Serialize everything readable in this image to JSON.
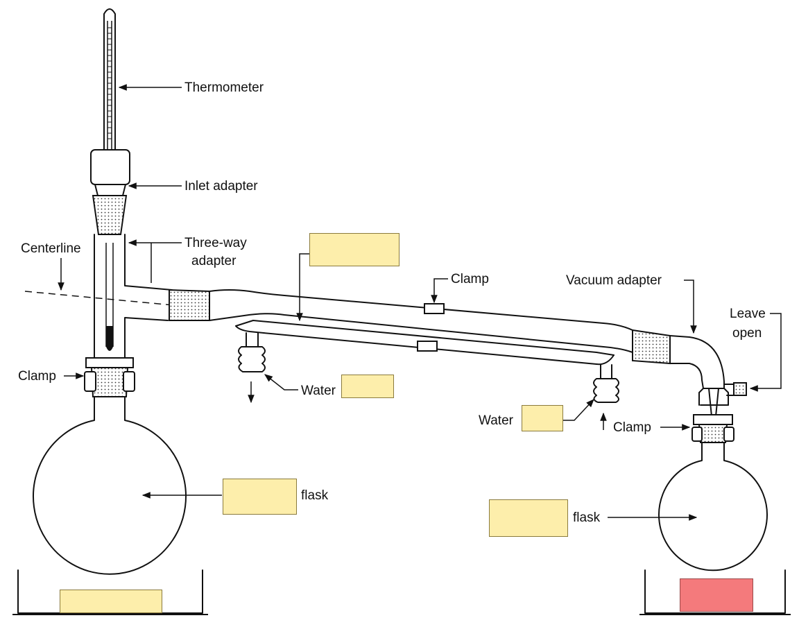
{
  "labels": {
    "thermometer": "Thermometer",
    "inlet_adapter": "Inlet adapter",
    "three_way_1": "Three-way",
    "three_way_2": "adapter",
    "centerline": "Centerline",
    "clamp_top": "Clamp",
    "vacuum_adapter": "Vacuum adapter",
    "leave_open_1": "Leave",
    "leave_open_2": "open",
    "clamp_left": "Clamp",
    "water_left": "Water",
    "water_right": "Water",
    "clamp_right": "Clamp",
    "flask_left": "flask",
    "flask_right": "flask"
  },
  "answer_boxes": {
    "colors": {
      "blank": "#fdeeab",
      "highlighted": "#f47a7c"
    }
  }
}
